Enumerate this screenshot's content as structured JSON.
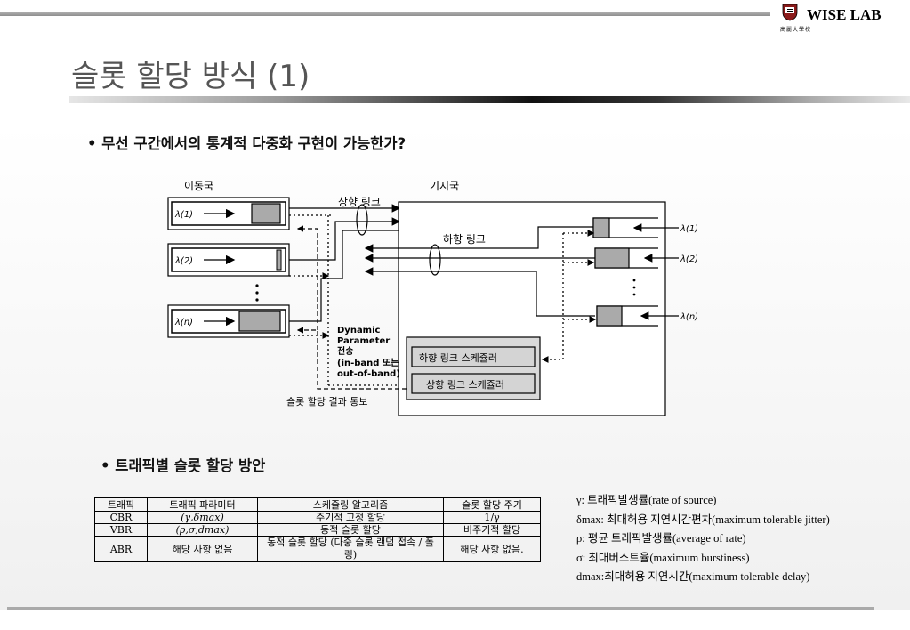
{
  "brand": {
    "name": "WISE LAB",
    "subtitle": "高麗大學校"
  },
  "title": "슬롯 할당 방식 (1)",
  "bullets": [
    "• 무선 구간에서의 통계적 다중화 구현이 가능한가?",
    "• 트래픽별 슬롯 할당 방안"
  ],
  "diagram": {
    "mobile_label": "이동국",
    "base_label": "기지국",
    "uplink_label": "상향 링크",
    "downlink_label": "하향 링크",
    "lambda_left": [
      "λ(1)",
      "λ(2)",
      "λ(n)"
    ],
    "lambda_right": [
      "λ(1)",
      "λ(2)",
      "λ(n)"
    ],
    "dynamic_lines": [
      "Dynamic",
      "Parameter",
      "전송",
      "(in-band 또는",
      "out-of-band)"
    ],
    "down_sched": "하향 링크 스케쥴러",
    "up_sched": "상향 링크 스케쥴러",
    "slot_result": "슬롯 할당 결과 통보"
  },
  "table": {
    "headers": [
      "트래픽",
      "트래픽 파라미터",
      "스케쥴링 알고리즘",
      "슬롯 할당 주기"
    ],
    "rows": [
      [
        "CBR",
        "(γ,δmax)",
        "주기적 고정 할당",
        "1/γ"
      ],
      [
        "VBR",
        "(ρ,σ,dmax)",
        "동적 슬롯 할당",
        "비주기적 할당"
      ],
      [
        "ABR",
        "해당 사항 없음",
        "동적 슬롯 할당 (다중 슬롯 랜덤 접속 / 폴링)",
        "해당 사항 없음."
      ]
    ]
  },
  "legend": [
    "γ: 트래픽발생률(rate of source)",
    "δmax: 최대허용 지연시간편차(maximum tolerable jitter)",
    "ρ: 평균 트래픽발생률(average of rate)",
    "σ: 최대버스트율(maximum burstiness)",
    "dmax:최대허용 지연시간(maximum tolerable delay)"
  ]
}
